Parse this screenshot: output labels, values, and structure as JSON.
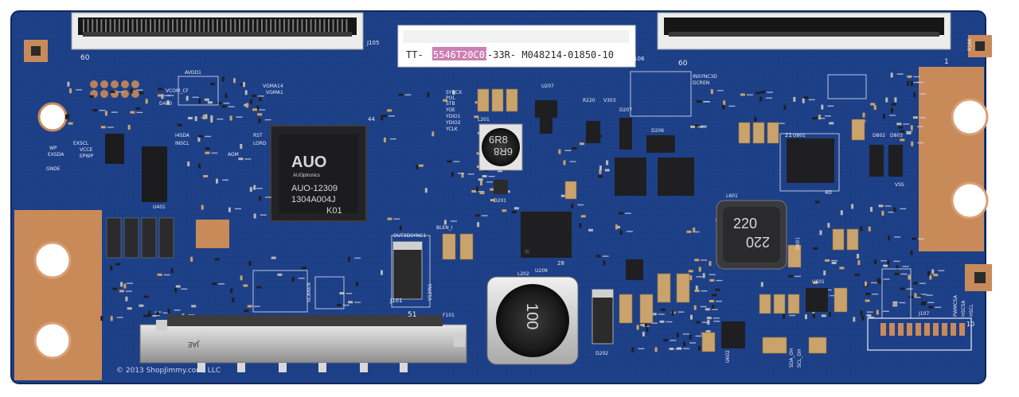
{
  "label_sticker": {
    "prefix": "TT-",
    "highlight": "5546T20C02",
    "suffix": "-33R- M048214-01850-10"
  },
  "connectors": {
    "j105": "J105",
    "j106": "J106",
    "pin_left": "60",
    "pin_right": "60",
    "pin_j106_1": "1",
    "j101": "J101",
    "j107": "J107",
    "j107_pin": "10"
  },
  "tcon_chip": {
    "brand": "AUO",
    "brand_sub": "AUOptronics",
    "line1": "AUO-12309",
    "line2": "1304A004J",
    "line3": "K01"
  },
  "inductors": {
    "l201": "6R8",
    "l201_ref": "L201",
    "l601": "220",
    "l601_ref": "L601",
    "l202": "100",
    "l202_ref": "L202"
  },
  "ic_labels": {
    "u209": "U209",
    "u801": "U801",
    "u401": "U401",
    "u207": "U207",
    "u601": "U601",
    "u602": "U602"
  },
  "silk_labels": {
    "vcom": "VCOM_CF",
    "avdd": "AVDD1",
    "vgma14": "VGMA14",
    "vgma1": "VGMA1",
    "rst": "RST",
    "lord": "LORD",
    "agm": "AGM",
    "exscl": "EXSCL",
    "exsda": "EXSDA",
    "wp": "WP",
    "gnde": "GNDE",
    "vcc": "VCCE",
    "epwp": "EPWP",
    "i4sda": "I4SDA",
    "i4scl": "INSCL",
    "stb": "STB",
    "yoe": "YOE",
    "ydio1": "YDIO1",
    "ydio2": "YDIO2",
    "yclk": "YCLK",
    "syncx": "SYNCX",
    "pol": "POL",
    "bleni": "BLEN_I",
    "out3d": "OUT3DSYNC1",
    "v12in": "V12IN1",
    "insync": "INSYNC3D",
    "dcren": "DCREN",
    "vss": "VSS",
    "r166": "R166",
    "scanen": "SCANEN",
    "pwmcsa": "PWMCSA",
    "hscsa": "HSCSA",
    "hscl": "HSCL",
    "sda": "SDA_OH",
    "scl": "SCL_OH",
    "d400": "D400",
    "d202": "D202",
    "d201": "D201",
    "d601": "D601",
    "f101": "F101",
    "r220": "R220",
    "v303": "V303",
    "d207": "D207",
    "d206": "D206",
    "d802": "D802",
    "d803": "D803",
    "jae": "JAE",
    "fifty_one": "51",
    "num_44": "44",
    "num_28": "28",
    "num_21": "21",
    "num_40": "40"
  },
  "copyright": "© 2013 ShopJimmy.com, LLC",
  "colors": {
    "pcb_blue": "#1d3f86",
    "pcb_edge": "#16346f",
    "copper_pad": "#c98a5a",
    "silkscreen": "#e8ecf5",
    "chip_black": "#1c1c1e",
    "label_pink": "#c36aa4"
  }
}
